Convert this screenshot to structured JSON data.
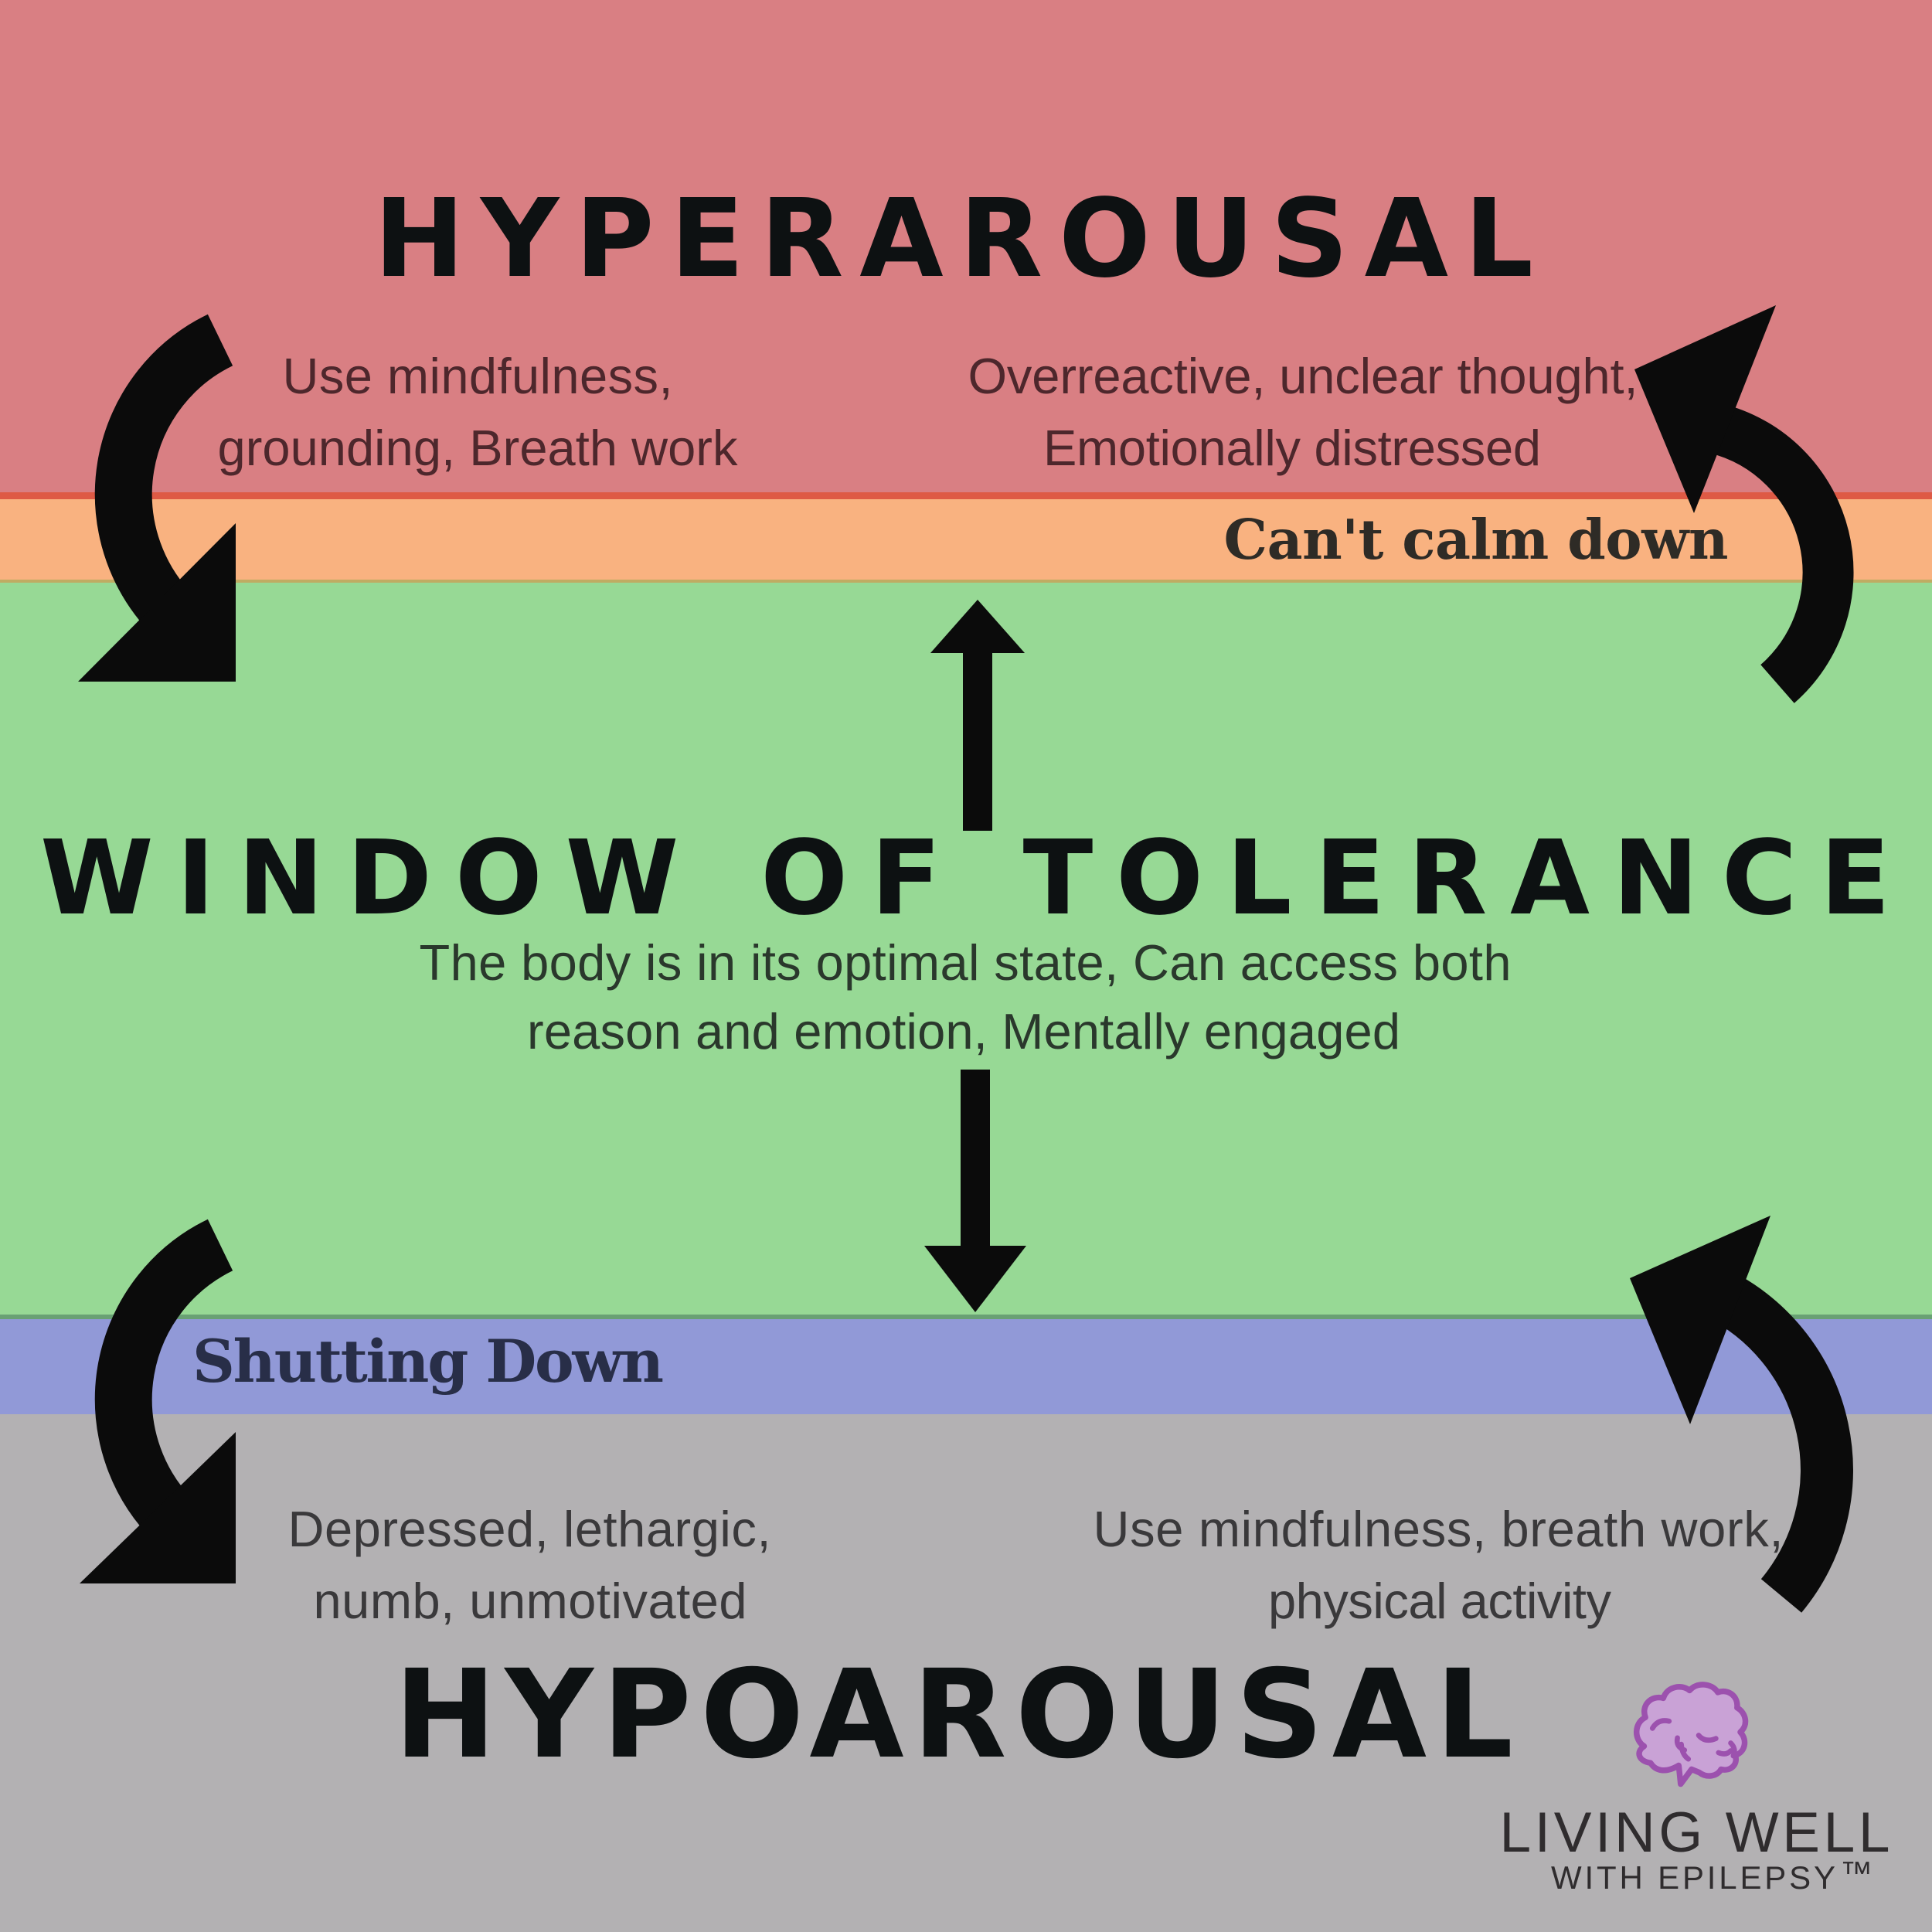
{
  "poster": {
    "hyperarousal": {
      "title": "HYPERAROUSAL",
      "coping_line1": "Use mindfulness,",
      "coping_line2": "grounding, Breath work",
      "symptom_line1": "Overreactive, unclear thought,",
      "symptom_line2": "Emotionally distressed"
    },
    "cant_calm_down_label": "Can't calm down",
    "window_of_tolerance": {
      "title": "WINDOW OF TOLERANCE",
      "description_line1": "The body is in its optimal state, Can access both",
      "description_line2": "reason and emotion, Mentally engaged"
    },
    "shutting_down_label": "Shutting Down",
    "hypoarousal": {
      "title": "HYPOAROUSAL",
      "symptom_line1": "Depressed, lethargic,",
      "symptom_line2": "numb, unmotivated",
      "coping_line1": "Use mindfulness, breath work,",
      "coping_line2": "physical activity"
    },
    "logo": {
      "brand_line1": "LIVING WELL",
      "brand_line2": "WITH EPILEPSY",
      "trademark": "™"
    }
  },
  "colors": {
    "hyperarousal_band": "#d97f83",
    "band_divider_line": "#de5a45",
    "cant_calm_down_band": "#f9b280",
    "orange_green_divider": "#bfac63",
    "window_band": "#97d995",
    "green_blue_divider": "#69a174",
    "shutting_down_band": "#9199d7",
    "hypoarousal_band": "#b3b1b3",
    "arrow_black": "#0b0b0b",
    "title_text": "#0d1112",
    "hyperarousal_text": "#4d272c",
    "cant_calm_down_text": "#2e2b26",
    "window_text": "#2a382c",
    "shutting_down_text": "#282e48",
    "hypoarousal_text": "#3a393b",
    "brand_text": "#2f2c2e",
    "brain_outline": "#9c51ae",
    "brain_fill": "#c9a2d6"
  }
}
